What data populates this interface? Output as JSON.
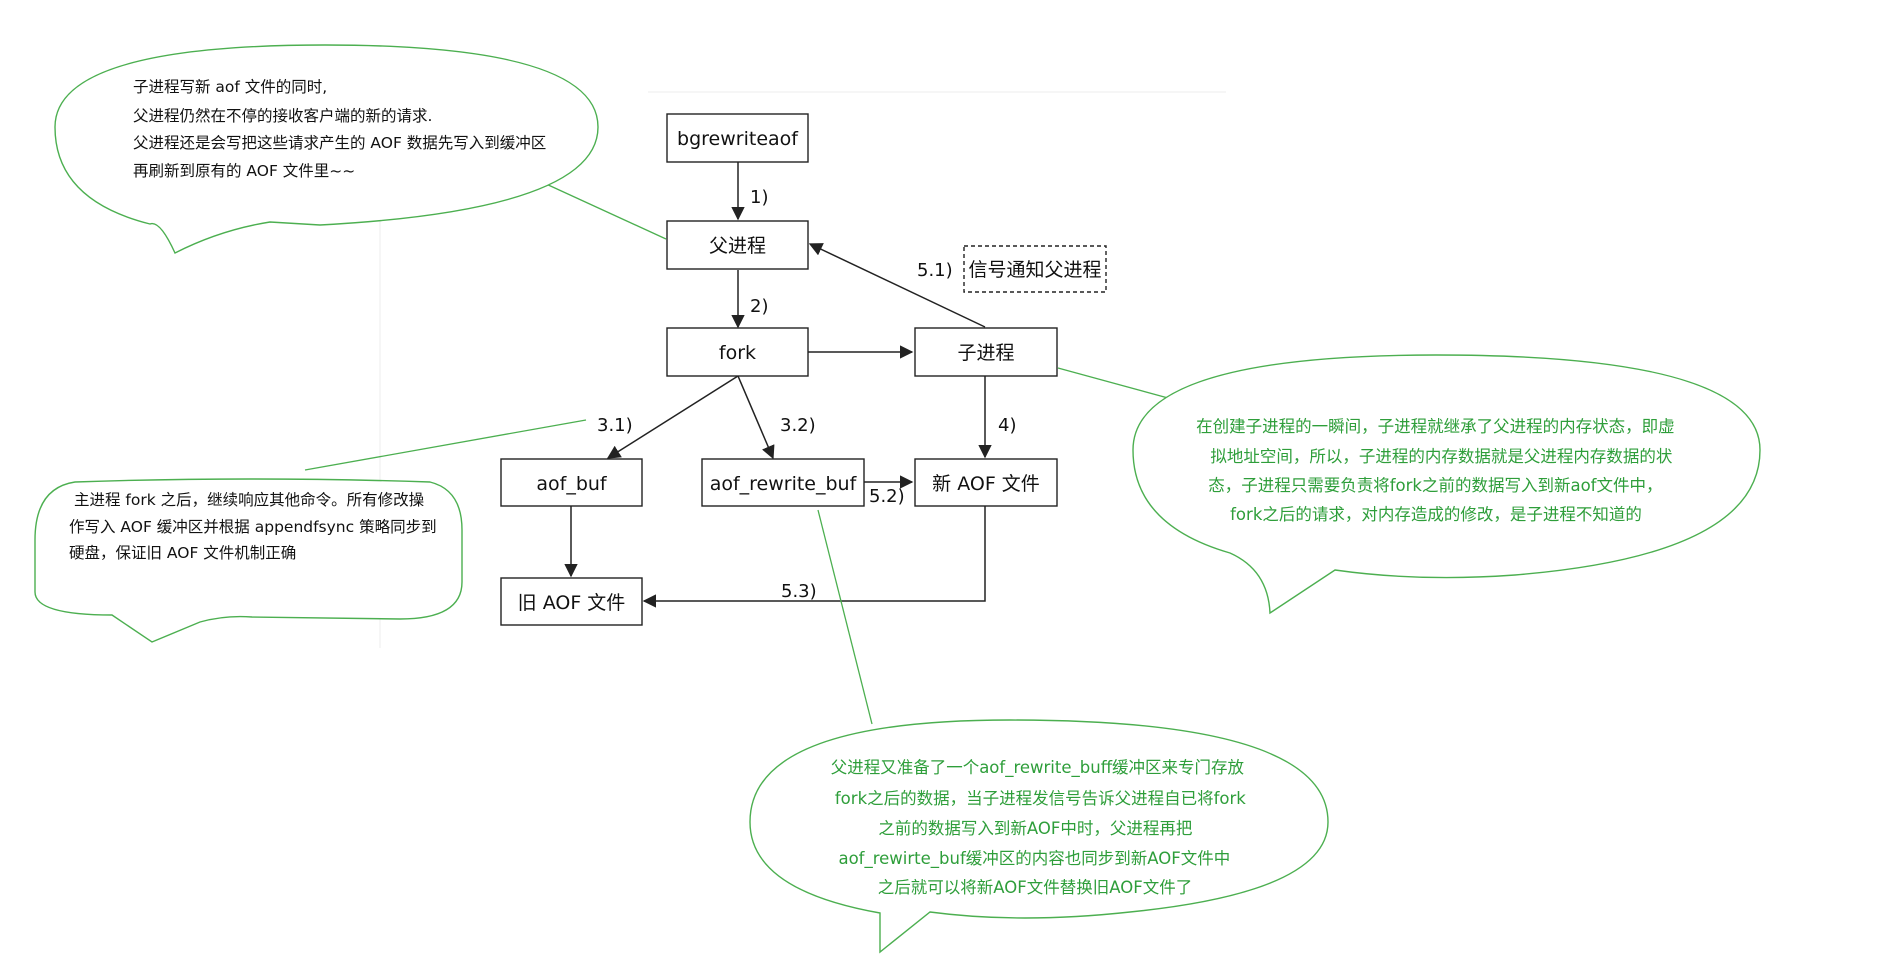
{
  "colors": {
    "accent_green": "#4caf50",
    "green_text": "#2e9e3a",
    "line": "#222222"
  },
  "nodes": {
    "bgrewriteaof": "bgrewriteaof",
    "parent": "父进程",
    "fork": "fork",
    "child": "子进程",
    "signal": "信号通知父进程",
    "aof_buf": "aof_buf",
    "aof_rewrite_buf": "aof_rewrite_buf",
    "new_aof": "新 AOF 文件",
    "old_aof": "旧 AOF 文件"
  },
  "edges": {
    "step1": "1)",
    "step2": "2)",
    "step3_1": "3.1)",
    "step3_2": "3.2)",
    "step4": "4)",
    "step5_1": "5.1)",
    "step5_2": "5.2)",
    "step5_3": "5.3)"
  },
  "notes": {
    "top_left": [
      "子进程写新 aof 文件的同时,",
      "父进程仍然在不停的接收客户端的新的请求.",
      "父进程还是会写把这些请求产生的 AOF 数据先写入到缓冲区",
      "再刷新到原有的 AOF 文件里~~"
    ],
    "left": [
      "主进程 fork 之后，继续响应其他命令。所有修改操",
      "作写入 AOF 缓冲区并根据 appendfsync 策略同步到",
      "硬盘，保证旧 AOF 文件机制正确"
    ],
    "right": [
      "在创建子进程的一瞬间，子进程就继承了父进程的内存状态，即虚",
      "拟地址空间，所以，子进程的内存数据就是父进程内存数据的状",
      "态，子进程只需要负责将fork之前的数据写入到新aof文件中，",
      "fork之后的请求，对内存造成的修改，是子进程不知道的"
    ],
    "bottom": [
      "父进程又准备了一个aof_rewrite_buff缓冲区来专门存放",
      "fork之后的数据，当子进程发信号告诉父进程自已将fork",
      "之前的数据写入到新AOF中时，父进程再把",
      "aof_rewirte_buf缓冲区的内容也同步到新AOF文件中",
      "之后就可以将新AOF文件替换旧AOF文件了"
    ]
  }
}
